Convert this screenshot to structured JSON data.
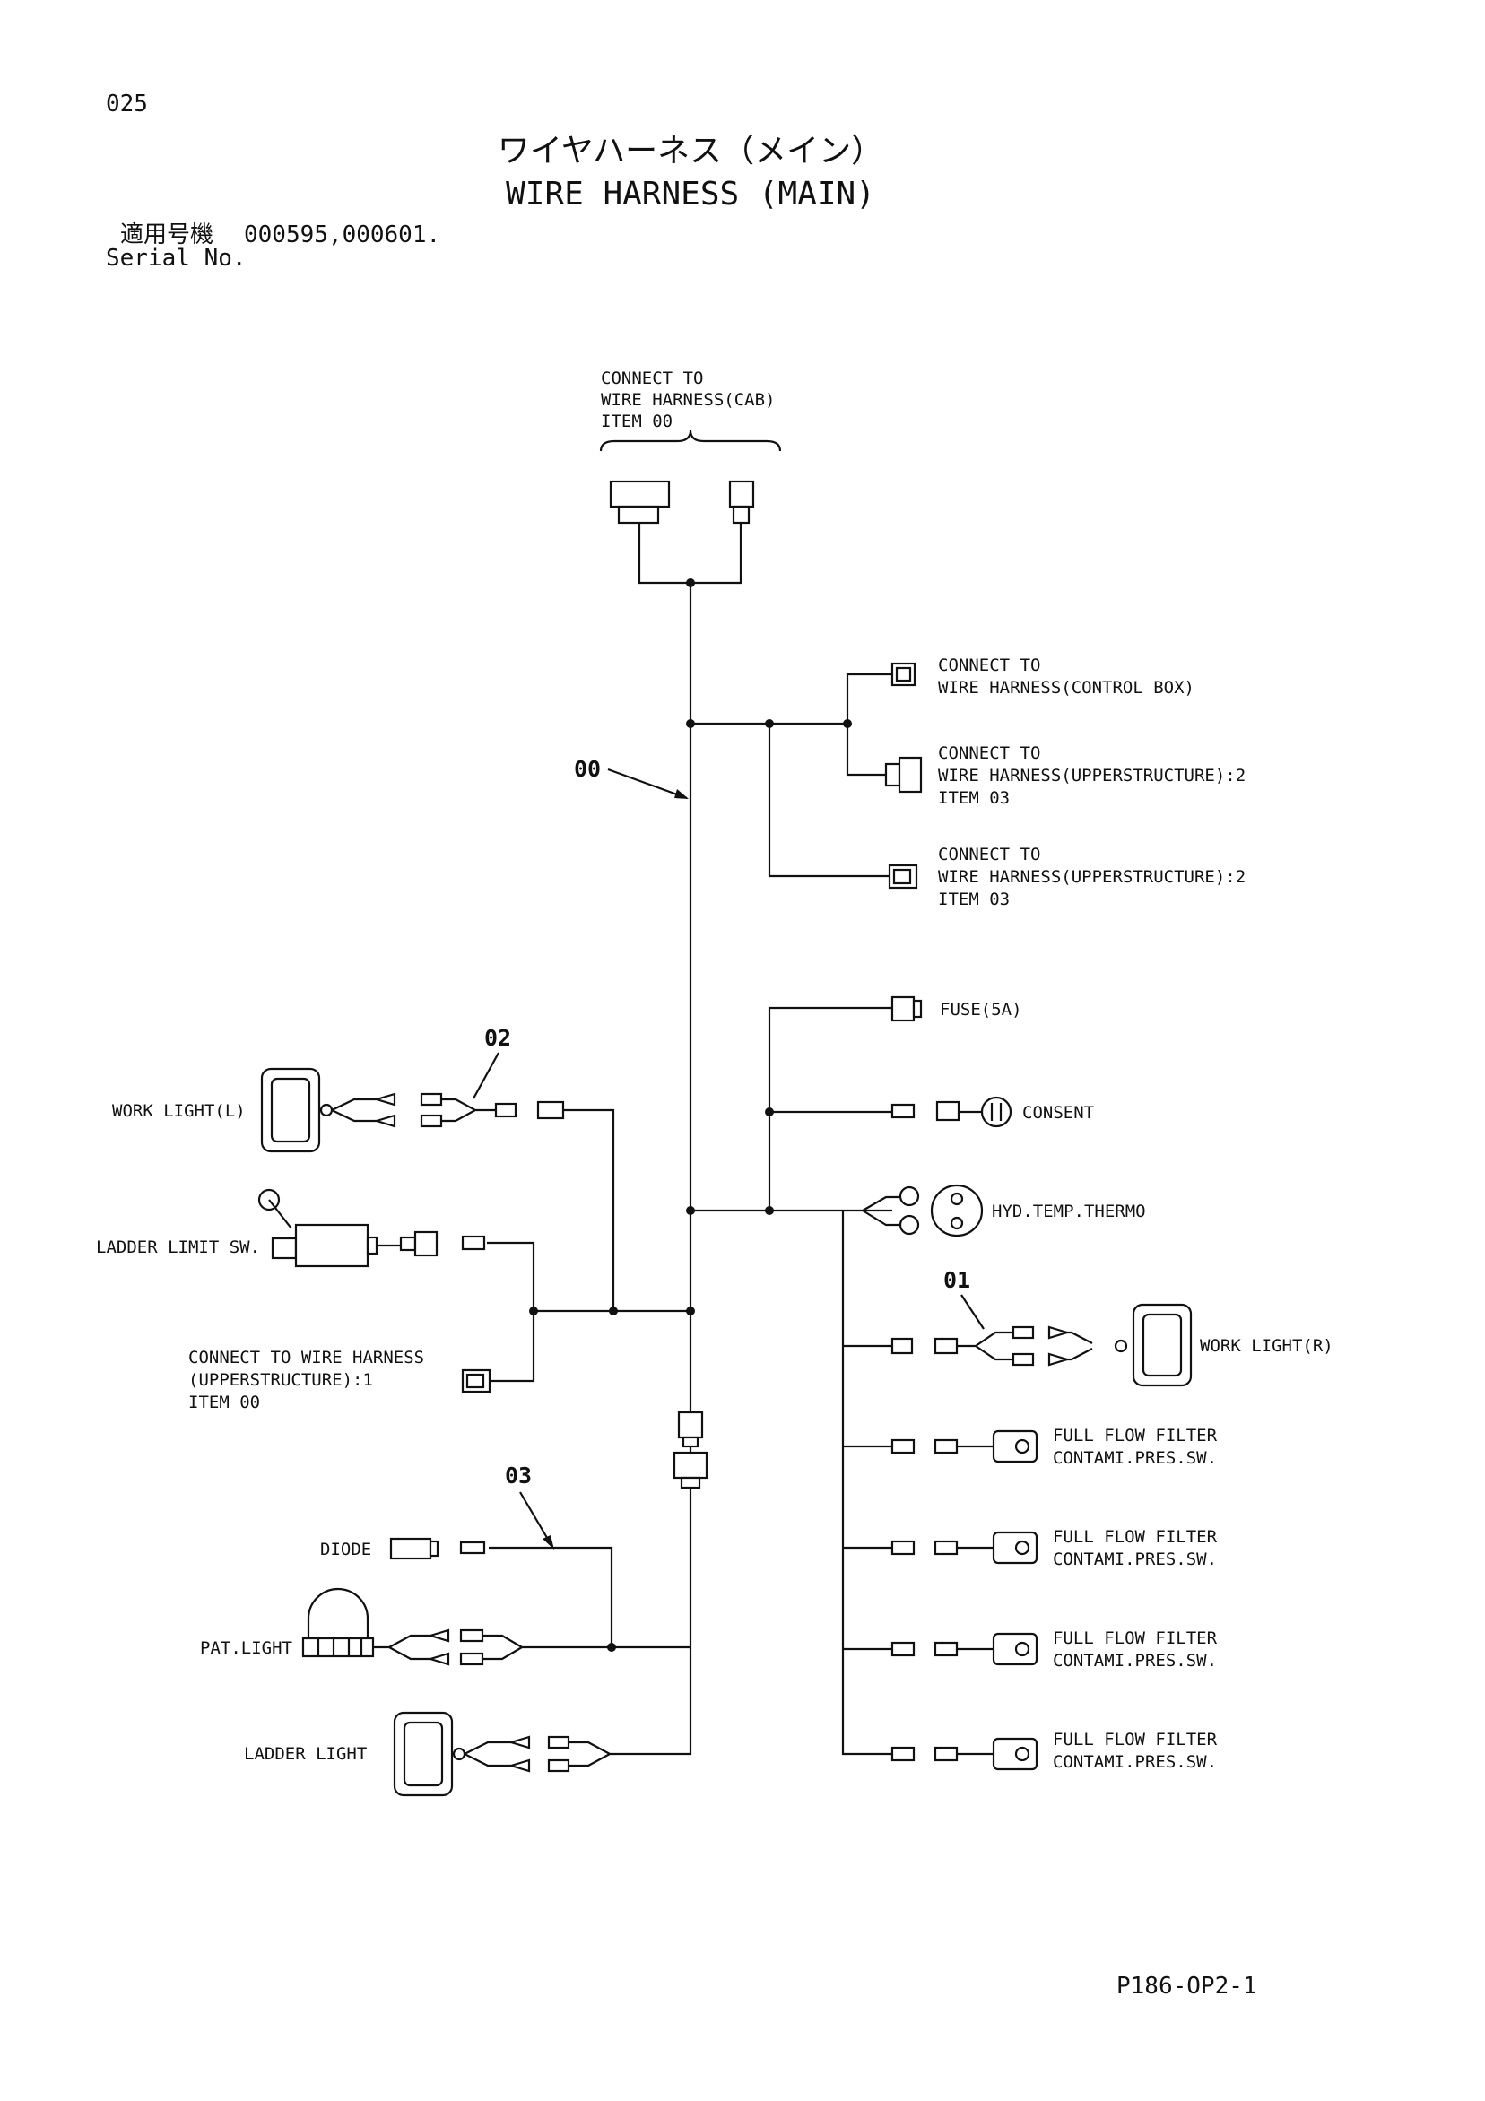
{
  "header": {
    "page_number": "025",
    "title_jp": "ワイヤハーネス（メイン）",
    "title_en": "WIRE HARNESS (MAIN)",
    "serial_label_jp": "適用号機",
    "serial_label_en": "Serial No.",
    "serial_values": "000595,000601."
  },
  "labels": {
    "cab_line1": "CONNECT TO",
    "cab_line2": "WIRE HARNESS(CAB)",
    "cab_line3": "ITEM 00",
    "ctrl_line1": "CONNECT TO",
    "ctrl_line2": "WIRE HARNESS(CONTROL BOX)",
    "upper2a_line1": "CONNECT TO",
    "upper2a_line2": "WIRE HARNESS(UPPERSTRUCTURE):2",
    "upper2a_line3": "ITEM 03",
    "upper2b_line1": "CONNECT TO",
    "upper2b_line2": "WIRE HARNESS(UPPERSTRUCTURE):2",
    "upper2b_line3": "ITEM 03",
    "fuse": "FUSE(5A)",
    "consent": "CONSENT",
    "thermo": "HYD.TEMP.THERMO",
    "work_light_r": "WORK LIGHT(R)",
    "filter_line1": "FULL FLOW FILTER",
    "filter_line2": "CONTAMI.PRES.SW.",
    "work_light_l": "WORK LIGHT(L)",
    "ladder_limit": "LADDER LIMIT SW.",
    "upper1_line1": "CONNECT TO WIRE HARNESS",
    "upper1_line2": "(UPPERSTRUCTURE):1",
    "upper1_line3": "ITEM 00",
    "diode": "DIODE",
    "pat_light": "PAT.LIGHT",
    "ladder_light": "LADDER LIGHT"
  },
  "items": {
    "i00": "00",
    "i01": "01",
    "i02": "02",
    "i03": "03"
  },
  "footer": {
    "drawing_code": "P186-OP2-1"
  }
}
